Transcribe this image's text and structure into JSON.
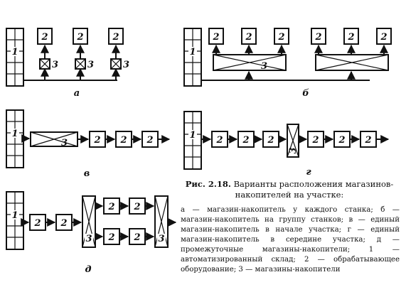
{
  "labels": {
    "warehouse": "1",
    "machine": "2",
    "storage": "3"
  },
  "subfigures": {
    "a": "а",
    "b": "б",
    "v": "в",
    "g": "г",
    "d": "д"
  },
  "caption": {
    "figure_number": "Рис. 2.18.",
    "title": "Варианты расположения магазинов-накопителей на участке:",
    "body": "а — магазин-накопитель у каждого станка; б — магазин-накопитель на группу станков; в — единый магазин-накопитель в начале участка; г — единый магазин-накопитель в середине участка; д — промежуточные магазины-накопители; 1 — автоматизированный склад; 2 — обрабатывающее оборудование; 3 — магазины-накопители"
  }
}
